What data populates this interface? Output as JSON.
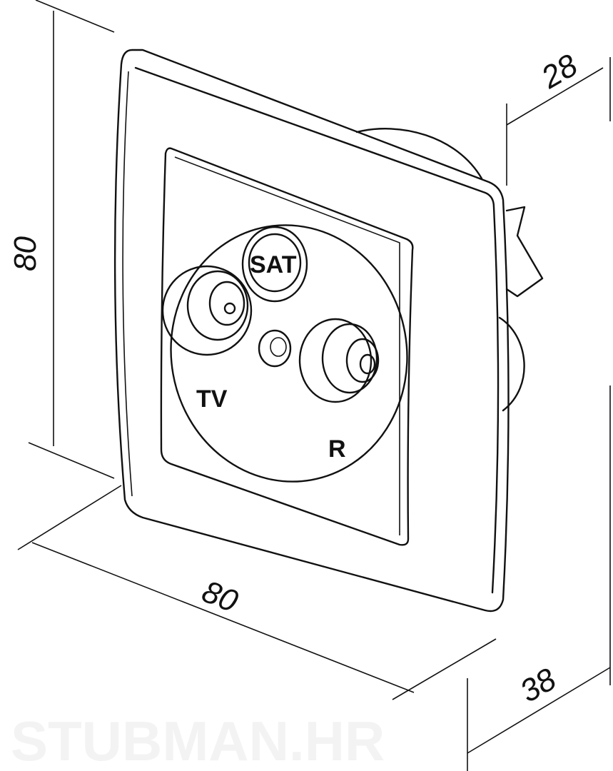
{
  "dimensions": {
    "height": "80",
    "width": "80",
    "depth_top": "28",
    "depth_bottom": "38"
  },
  "socket_labels": {
    "sat": "SAT",
    "tv": "TV",
    "radio": "R"
  },
  "watermark": "STUBMAN.HR"
}
